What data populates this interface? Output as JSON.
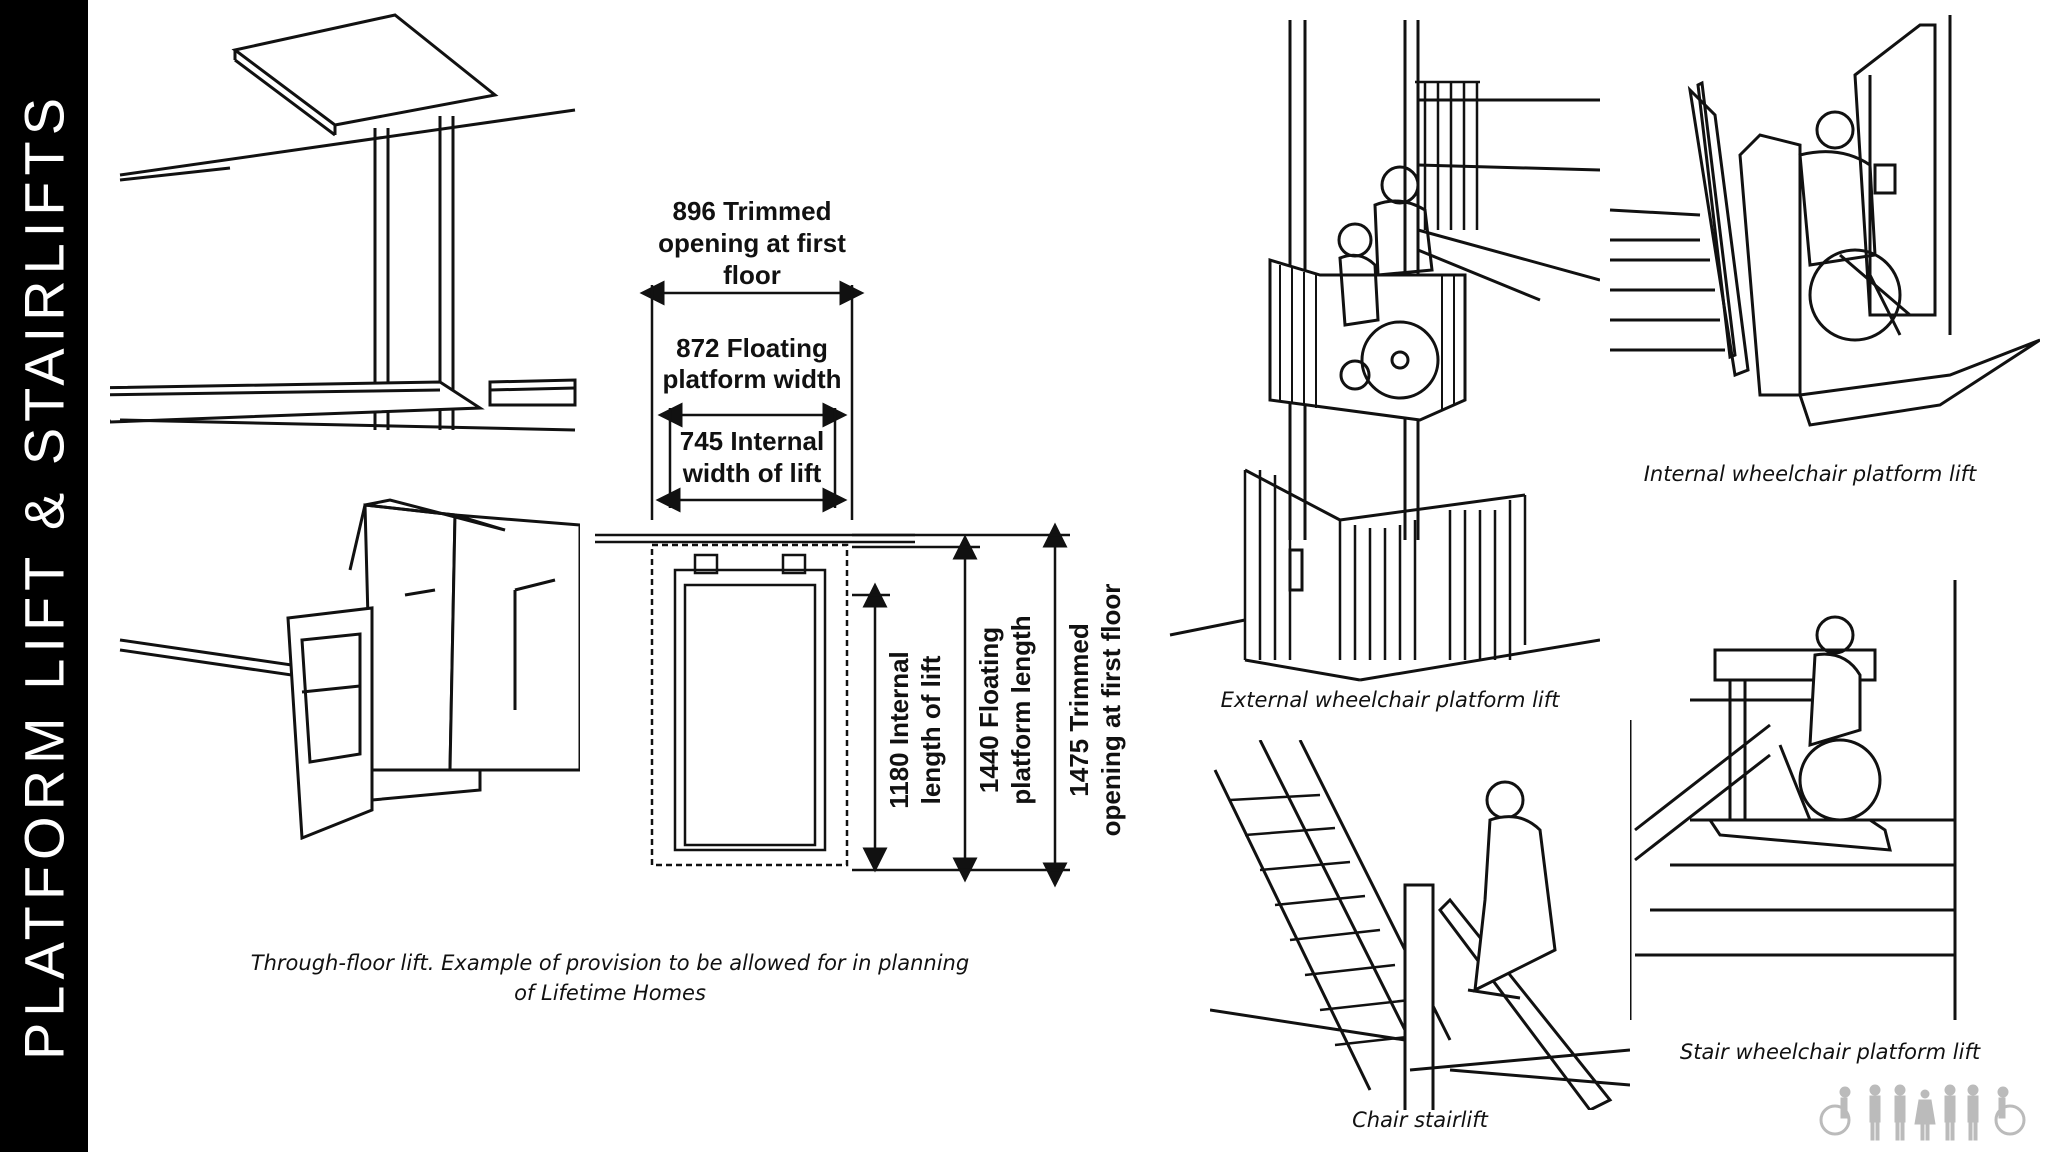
{
  "title": "PLATFORM LIFT & STAIRLIFTS",
  "dimensions": {
    "trimmed_width": "896 Trimmed opening at first floor",
    "trimmed_width_lines": [
      "896 Trimmed",
      "opening at first",
      "floor"
    ],
    "floating_width_lines": [
      "872 Floating",
      "platform width"
    ],
    "internal_width_lines": [
      "745 Internal",
      "width of lift"
    ],
    "internal_length_lines": [
      "1180 Internal",
      "length of lift"
    ],
    "floating_length_lines": [
      "1440 Floating",
      "platform length"
    ],
    "trimmed_length_lines": [
      "1475 Trimmed",
      "opening at first floor"
    ]
  },
  "captions": {
    "through_floor": "Through-floor lift. Example of provision to be allowed for in planning of Lifetime Homes",
    "external_platform": "External wheelchair platform lift",
    "internal_platform": "Internal wheelchair platform lift",
    "chair_stairlift": "Chair stairlift",
    "stair_platform": "Stair wheelchair platform lift"
  },
  "colors": {
    "sidebar": "#000000",
    "line": "#111111",
    "logo": "#bbbbbb"
  },
  "icons": [
    "accessibility-people-logo"
  ]
}
